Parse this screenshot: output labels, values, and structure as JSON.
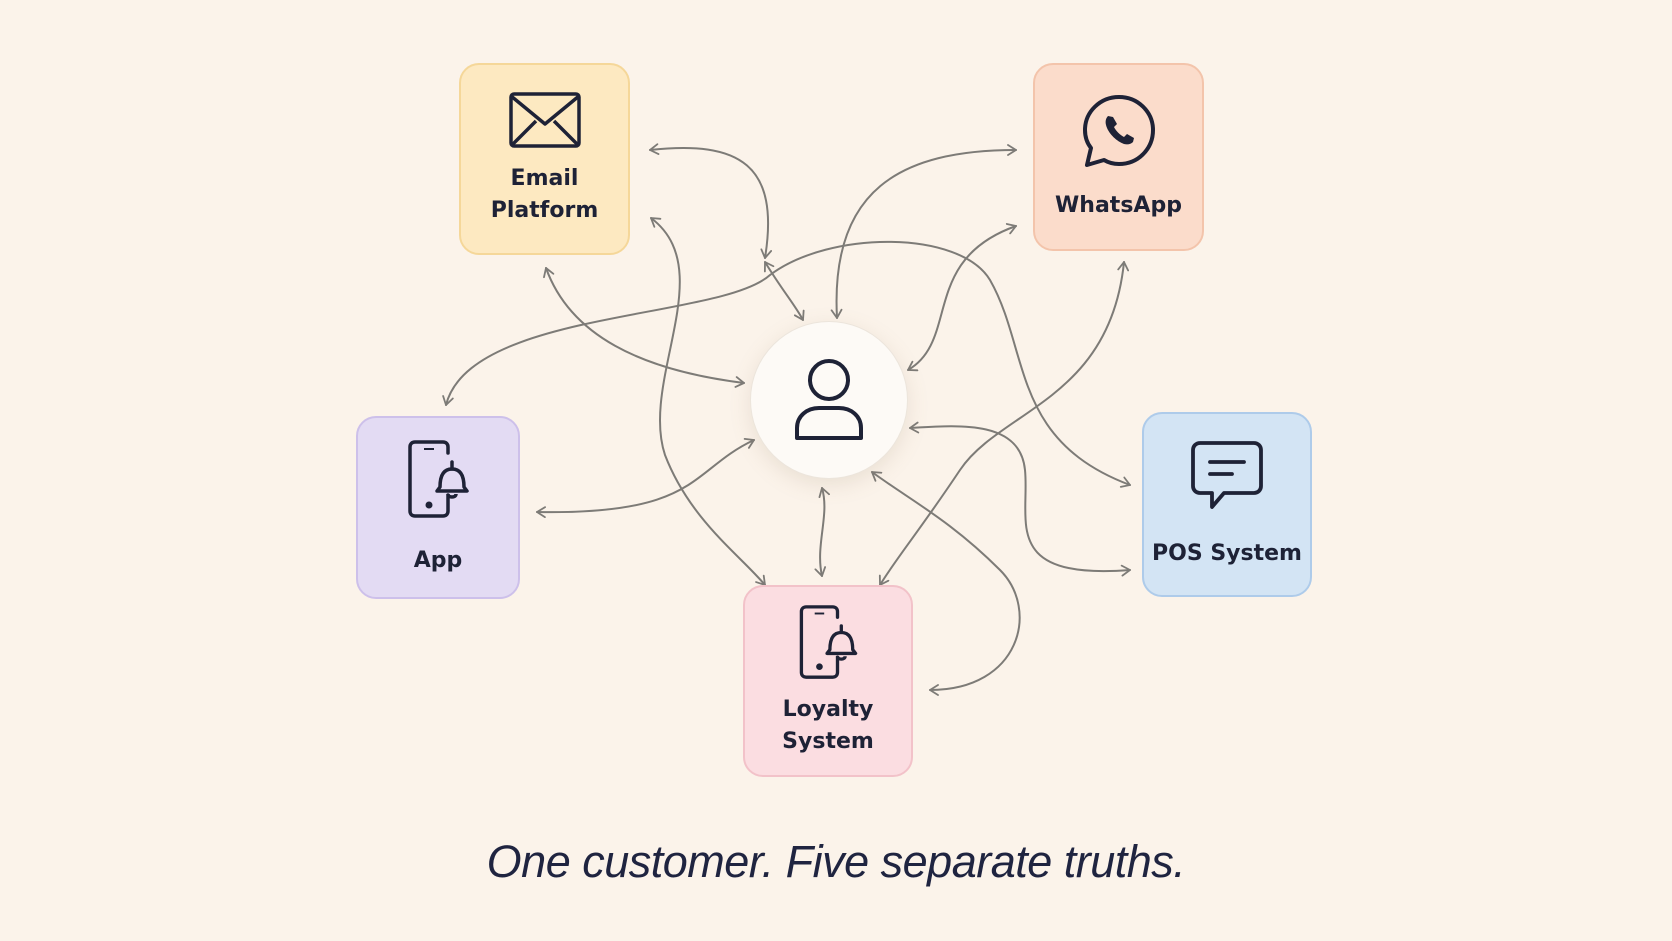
{
  "diagram": {
    "nodes": {
      "email": {
        "label": "Email\nPlatform",
        "icon": "envelope-icon",
        "color": "#fde9c1"
      },
      "whatsapp": {
        "label": "WhatsApp",
        "icon": "whatsapp-icon",
        "color": "#fbdccb"
      },
      "app": {
        "label": "App",
        "icon": "phone-bell-icon",
        "color": "#e3dbf3"
      },
      "pos": {
        "label": "POS System",
        "icon": "chat-bubble-icon",
        "color": "#d3e4f4"
      },
      "loyalty": {
        "label": "Loyalty\nSystem",
        "icon": "phone-bell-icon",
        "color": "#fbdde1"
      },
      "customer": {
        "icon": "user-icon"
      }
    },
    "connection_color": "#7d7b77"
  },
  "caption": "One customer. Five separate truths."
}
